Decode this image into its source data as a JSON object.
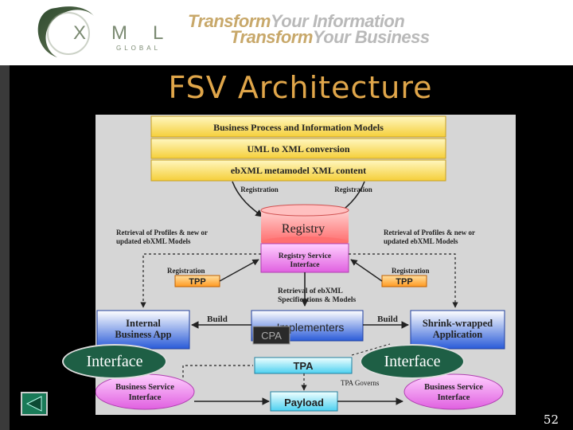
{
  "header": {
    "logo_mark": "XML",
    "logo_sub": "GLOBAL",
    "tagline1_a": "Transform",
    "tagline1_b": "Your Information",
    "tagline2_a": "Transform",
    "tagline2_b": "Your Business"
  },
  "slide": {
    "title": "FSV Architecture",
    "page_number": "52"
  },
  "diagram": {
    "models": [
      "Business Process and Information Models",
      "UML to XML conversion",
      "ebXML metamodel XML content"
    ],
    "registration_left": "Registration",
    "registration_right": "Registration",
    "registry": "Registry",
    "registry_service_interface": "Registry Service Interface",
    "retrieval_left": "Retrieval of Profiles & new or updated ebXML Models",
    "retrieval_right": "Retrieval of Profiles & new or updated ebXML Models",
    "tpp_left": "TPP",
    "tpp_right": "TPP",
    "registration_tpp_left": "Registration",
    "registration_tpp_right": "Registration",
    "retrieval_center": "Retrieval of ebXML Specifications & Models",
    "internal_app": "Internal Business App",
    "shrink_app": "Shrink-wrapped Application",
    "build_left": "Build",
    "build_right": "Build",
    "implementers": "Implementers",
    "cpa": "CPA",
    "tpa": "TPA",
    "bsi_left": "Business Service Interface",
    "bsi_right": "Business Service Interface",
    "payload": "Payload",
    "tpa_governs": "TPA Governs",
    "oval_left": "Interface",
    "oval_right": "Interface"
  }
}
